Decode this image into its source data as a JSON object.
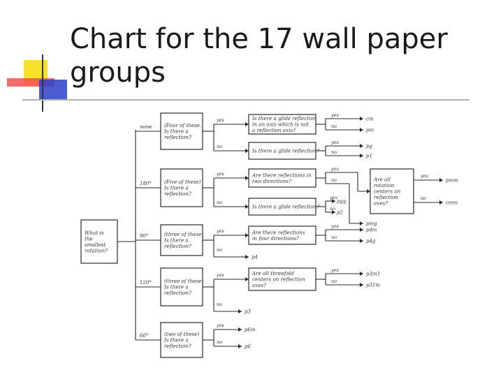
{
  "slide": {
    "title_line1": "Chart for the 17 wall paper",
    "title_line2": "groups"
  },
  "colors": {
    "yellow": "#f6e229",
    "blue": "#2d3ec8",
    "red": "#f05050",
    "line": "#2a2a2a"
  },
  "diagram": {
    "root": {
      "lines": [
        "What is",
        "the",
        "smallest",
        "rotation?"
      ]
    },
    "branches": [
      {
        "rotation": "none",
        "question": [
          "(Four of these.",
          "Is there a",
          "reflection?"
        ]
      },
      {
        "rotation": "180°",
        "question": [
          "(Five of these)",
          "Is there a",
          "reflection?"
        ]
      },
      {
        "rotation": "90°",
        "question": [
          "(three of these)",
          "Is there a",
          "reflection?"
        ]
      },
      {
        "rotation": "120°",
        "question": [
          "(three of these)",
          "Is there a",
          "reflection?"
        ]
      },
      {
        "rotation": "60°",
        "question": [
          "(two of these)",
          "Is there a",
          "reflection?"
        ]
      }
    ],
    "subquestions": [
      [
        "Is there a glide reflection",
        "in an axis which is not",
        "a reflection axis?"
      ],
      [
        "Is there a glide reflection?"
      ],
      [
        "Are there reflections in",
        "two directions?"
      ],
      [
        "Is there a glide reflection?"
      ],
      [
        "Are there reflections",
        "in four directions?"
      ],
      [
        "Are all threefold",
        "centers on reflection",
        "axes?"
      ]
    ],
    "final_question": [
      "Are all",
      "rotation",
      "centers on",
      "reflection",
      "axes?"
    ],
    "answers": {
      "yes": "yes",
      "no": "no"
    },
    "groups": {
      "cm": "cm",
      "pm": "pm",
      "pg": "pg",
      "p1": "p1",
      "pgg": "pgg",
      "p2": "p2",
      "pmm": "pmm",
      "cmm": "cmm",
      "pmg": "pmg",
      "p4m": "p4m",
      "p4g": "p4g",
      "p4": "p4",
      "p3m1": "p3m1",
      "p31m": "p31m",
      "p3": "p3",
      "p6m": "p6m",
      "p6": "p6"
    }
  }
}
